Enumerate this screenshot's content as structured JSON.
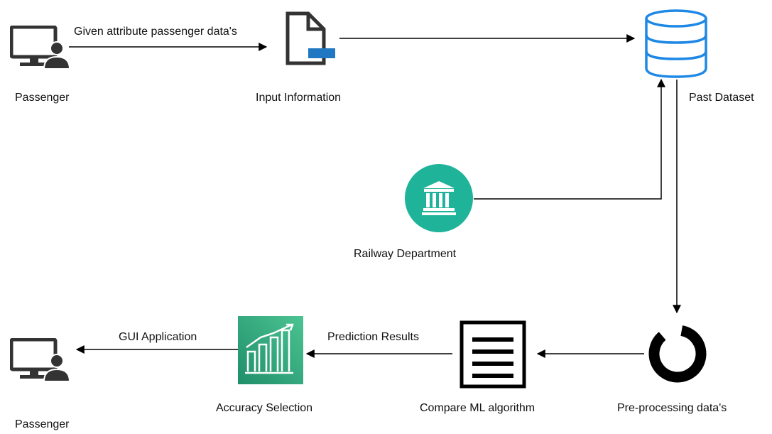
{
  "nodes": {
    "passenger_top": {
      "label": "Passenger"
    },
    "input_information": {
      "label": "Input Information"
    },
    "past_dataset": {
      "label": "Past Dataset"
    },
    "railway_department": {
      "label": "Railway Department"
    },
    "preprocessing": {
      "label": "Pre-processing data's"
    },
    "compare_ml": {
      "label": "Compare ML algorithm"
    },
    "accuracy_selection": {
      "label": "Accuracy Selection"
    },
    "passenger_bottom": {
      "label": "Passenger"
    }
  },
  "edges": {
    "passenger_to_input": {
      "label": "Given attribute passenger data's"
    },
    "accuracy_to_passenger": {
      "label": "GUI Application"
    },
    "compare_to_accuracy": {
      "label": "Prediction Results"
    }
  },
  "icons": {
    "passenger": "computer-user-icon",
    "input_information": "document-icon",
    "past_dataset": "database-icon",
    "railway_department": "government-building-icon",
    "preprocessing": "loading-ring-icon",
    "compare_ml": "list-icon",
    "accuracy_selection": "chart-growth-icon"
  },
  "colors": {
    "database_blue": "#1e88e5",
    "department_teal": "#1fb39a",
    "accuracy_green": "#2ea77e",
    "document_accent": "#1f78c1",
    "icon_dark": "#333333"
  }
}
